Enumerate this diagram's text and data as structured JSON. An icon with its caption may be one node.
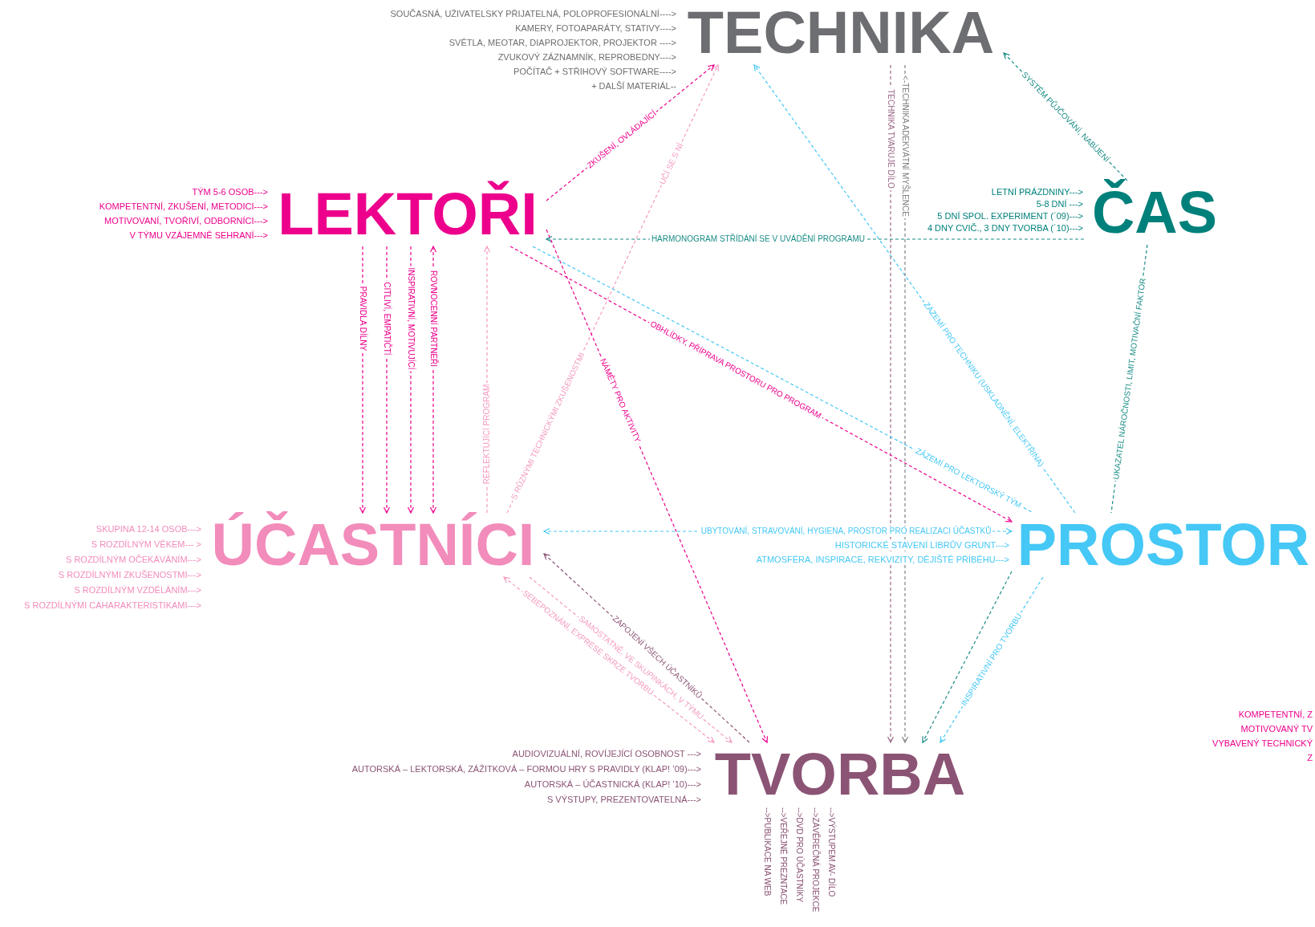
{
  "diagram": {
    "nodes": [
      {
        "text": [
          "TECHNIKA"
        ],
        "beside": [
          "SOUČASNÁ, UŽIVATELSKY PŘIJATELNÁ, POLOPROFESIONÁLNÍ---->",
          "KAMERY, FOTOAPARÁTY, STATIVY---->",
          "SVĚTLA, MEOTAR, DIAPROJEKTOR, PROJEKTOR ---->",
          "ZVUKOVÝ ZÁZNAMNÍK, REPROBEDNY---->",
          "POČÍTAČ + STŘIHOVÝ SOFTWARE---->",
          "+ DALŠÍ MATERIÁL--"
        ]
      },
      {
        "text": [
          "LEKTOŘI"
        ],
        "beside": [
          "TÝM 5-6 OSOB--->",
          "KOMPETENTNÍ, ZKUŠENÍ, METODICI--->",
          "MOTIVOVANÍ, TVOŘIVÍ, ODBORNÍCI--->",
          "V TÝMU VZÁJEMNĚ SEHRANÍ--->"
        ]
      },
      {
        "text": [
          "ČAS"
        ],
        "beside": [
          "LETNÍ PRÁZDNINY--->",
          "5-8 DNÍ --->",
          "5 DNÍ SPOL. EXPERIMENT (´09)--->",
          "4 DNY CVIČ., 3 DNY TVORBA (´10)--->"
        ]
      },
      {
        "text": [
          "ÚČASTNÍCI"
        ],
        "beside": [
          "SKUPINA 12-14 OSOB--->",
          "S ROZDÍLNÝM VĚKEM--- >",
          "S ROZDÍLNÝM OČEKÁVÁNÍM--->",
          "S ROZDÍLNÝMI ZKUŠENOSTMI--->",
          "S ROZDÍLNÝM VZDĚLÁNÍM--->",
          "S ROZDÍLNÝMI CAHARAKTERISTIKAMI--->"
        ]
      },
      {
        "text": [
          "PROSTOR"
        ],
        "beside": [
          "HISTORICKÉ STAVENÍ LIBRŮV GRUNT--->",
          "ATMOSFÉRA, INSPIRACE, REKVIZITY, DĚJIŠTĚ PŘÍBĚHU--->"
        ]
      },
      {
        "text": [
          "TVORBA"
        ],
        "beside": [
          "AUDIOVIZUÁLNÍ, ROVÍJEJÍCÍ OSOBNOST --->",
          "AUTORSKÁ – LEKTORSKÁ, ZÁŽITKOVÁ – FORMOU HRY S PRAVIDLY (KLAP! ’09)--->",
          "AUTORSKÁ – ÚČASTNICKÁ (KLAP! ’10)--->",
          "S VÝSTUPY, PREZENTOVATELNÁ--->",
          "-->PUBLIKACE NA WEB",
          "-->VEŘEJNÉ PREZNTACE",
          "-->DVD PRO ÚČASTNÍKY",
          "-->ZÁVĚREČNÁ PROJEKCE",
          "-->VÝSTUPEM AV- DÍLO"
        ]
      }
    ],
    "edges": [
      {
        "from": 1,
        "to": 0,
        "arrow": "to",
        "label": "ZKUŠENÍ, OVLÁDAJÍCÍ",
        "style": "dashed"
      },
      {
        "from": 3,
        "to": 0,
        "arrow": "to",
        "label": "UČÍ SE S NÍ",
        "style": "dashed",
        "color": "#f49ac1"
      },
      {
        "from": 4,
        "to": 0,
        "arrow": "to",
        "label": "ZÁZEMÍ PRO TECHNIKU (USKLADNĚNÍ, ELEKTŘINA)",
        "style": "dashed",
        "color": "#45c8f5"
      },
      {
        "from": 2,
        "to": 0,
        "arrow": "to",
        "label": "SYSTÉM PŮJČOVÁNÍ, NABÍJENÍ",
        "style": "dashed",
        "color": "#1a8c86"
      },
      {
        "from": 0,
        "to": 5,
        "arrow": "to",
        "label": "TECHNIKA TVARUJE DÍLO",
        "style": "dashed",
        "color": "#9c6a8a"
      },
      {
        "from": 0,
        "to": 5,
        "arrow": "to",
        "label": "<-TECHNIKA ADEKVÁTNÍ MYŠLENCE",
        "style": "dashed",
        "color": "#808285"
      },
      {
        "from": 2,
        "to": 1,
        "arrow": "to",
        "label": "HARMONOGRAM STŘÍDÁNÍ SE V UVÁDĚNÍ PROGRAMU",
        "style": "dashed",
        "color": "#1a8c86"
      },
      {
        "from": 1,
        "to": 3,
        "arrow": "to",
        "label": "PRAVIDLA DÍLNY",
        "style": "dashed"
      },
      {
        "from": 1,
        "to": 3,
        "arrow": "to",
        "label": "CITLIVÍ, EMPATIČTÍ",
        "style": "dashed"
      },
      {
        "from": 1,
        "to": 3,
        "arrow": "to",
        "label": "INSPIRATIVNÍ, MOTIVUJÍCÍ",
        "style": "dashed"
      },
      {
        "from": 1,
        "to": 3,
        "arrow": "both",
        "label": "ROVNOCENNÍ PARTNEŘI",
        "style": "dashed"
      },
      {
        "from": 3,
        "to": 1,
        "arrow": "to",
        "label": "REFLEKTUJÍCÍ PROGRAM",
        "style": "dashed",
        "color": "#f49ac1"
      },
      {
        "from": 1,
        "to": 5,
        "arrow": "to",
        "label": "NÁMĚTY PRO AKTIVITY",
        "style": "dashed"
      },
      {
        "from": 1,
        "to": 4,
        "arrow": "to",
        "label": "OBHLÍDKY, PŘÍPRAVA PROSTORU PRO PROGRAM",
        "style": "dashed"
      },
      {
        "from": 1,
        "to": 4,
        "arrow": "none",
        "label": "ZÁZEMÍ PRO LEKTORSKÝ TÝM",
        "style": "dashed",
        "color": "#45c8f5"
      },
      {
        "from": 4,
        "to": 3,
        "arrow": "both",
        "label": "UBYTOVÁNÍ, STRAVOVÁNÍ, HYGIENA, PROSTOR PRO REALIZACI ÚČASTKŮ",
        "style": "dashed",
        "color": "#45c8f5"
      },
      {
        "from": 2,
        "to": 4,
        "arrow": "none",
        "label": "UKAZATEL NÁROČNOSTI, LIMIT, MOTIVAČNÍ FAKTOR",
        "style": "dashed",
        "color": "#1a8c86"
      },
      {
        "from": 4,
        "to": 5,
        "arrow": "to",
        "style": "dashed",
        "color": "#1a8c86"
      },
      {
        "from": 4,
        "to": 5,
        "arrow": "to",
        "label": "INSPIRATIVNÍ PRO TVORBU",
        "style": "dashed",
        "color": "#45c8f5"
      },
      {
        "from": 5,
        "to": 3,
        "arrow": "to",
        "label": "ZAPOJENÍ VŠECH ÚČASTNÍKŮ",
        "style": "dashed",
        "color": "#8b5475"
      },
      {
        "from": 3,
        "to": 5,
        "arrow": "to",
        "label": "SAMOSTATNĚ, VE SKUPINKÁCH, V TÝMU",
        "style": "dashed",
        "color": "#f49ac1"
      },
      {
        "from": 3,
        "to": 5,
        "arrow": "both",
        "label": "SEBEPOZNÁNÍ, EXPRESE SKRZE TVORBU",
        "style": "dashed",
        "color": "#f49ac1"
      }
    ],
    "labels": [
      "S RŮZNÝMI TECHNICKÝMI ZKUŠENOSTMI",
      "KOMPETENTNÍ, Z",
      "MOTIVOVANÝ TV",
      "VYBAVENÝ TECHNICKÝ",
      "Z"
    ]
  }
}
